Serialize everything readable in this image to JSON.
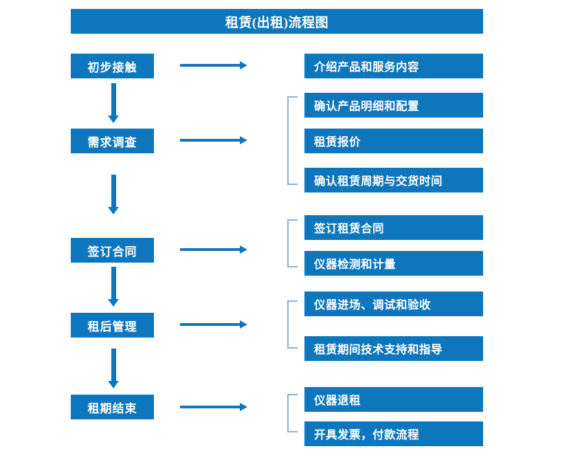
{
  "title": "租赁(出租)流程图",
  "colors": {
    "box_blue": "#0E76BC",
    "arrow_blue": "#1175BD",
    "bracket_gray_blue": "#8FAFD0",
    "text_white": "#FFFFFF",
    "background": "#FFFFFF"
  },
  "chart_data": {
    "type": "diagram",
    "title": "租赁(出租)流程图",
    "stages": [
      {
        "label": "初步接触",
        "details": [
          "介绍产品和服务内容"
        ]
      },
      {
        "label": "需求调查",
        "details": [
          "确认产品明细和配置",
          "租赁报价",
          "确认租赁周期与交货时间"
        ]
      },
      {
        "label": "签订合同",
        "details": [
          "签订租赁合同",
          "仪器检测和计量"
        ]
      },
      {
        "label": "租后管理",
        "details": [
          "仪器进场、调试和验收",
          "租赁期间技术支持和指导"
        ]
      },
      {
        "label": "租期结束",
        "details": [
          "仪器退租",
          "开具发票，付款流程"
        ]
      }
    ]
  },
  "stages": [
    {
      "label": "初步接触"
    },
    {
      "label": "需求调查"
    },
    {
      "label": "签订合同"
    },
    {
      "label": "租后管理"
    },
    {
      "label": "租期结束"
    }
  ],
  "details": [
    {
      "label": "介绍产品和服务内容"
    },
    {
      "label": "确认产品明细和配置"
    },
    {
      "label": "租赁报价"
    },
    {
      "label": "确认租赁周期与交货时间"
    },
    {
      "label": "签订租赁合同"
    },
    {
      "label": "仪器检测和计量"
    },
    {
      "label": "仪器进场、调试和验收"
    },
    {
      "label": "租赁期间技术支持和指导"
    },
    {
      "label": "仪器退租"
    },
    {
      "label": "开具发票，付款流程"
    }
  ]
}
